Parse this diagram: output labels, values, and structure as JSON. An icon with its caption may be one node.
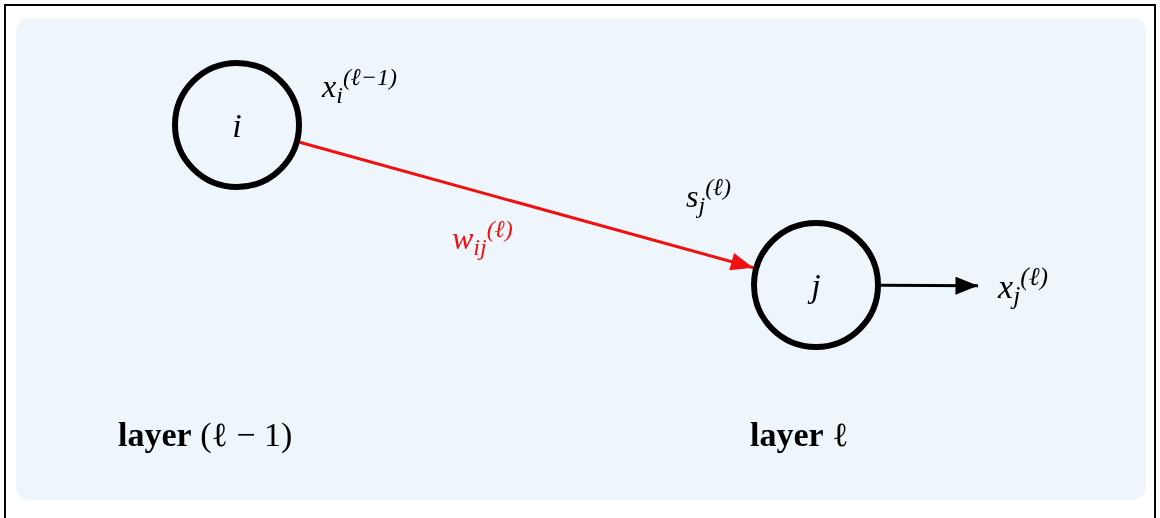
{
  "diagram": {
    "nodes": [
      {
        "text": [
          "i"
        ],
        "beside": [
          "x$_{i}$$^{(ℓ−1)}$"
        ]
      },
      {
        "text": [
          "j"
        ],
        "beside": [
          "s$_{j}$$^{(ℓ)}$"
        ]
      },
      {
        "text": [
          "x$_{j}$$^{(ℓ)}$"
        ]
      }
    ],
    "edges": [
      {
        "from": 0,
        "to": 1,
        "arrow": "to",
        "label": "w$_{ij}$$^{(ℓ)}$",
        "color": "#ee1111"
      },
      {
        "from": 1,
        "to": 2,
        "arrow": "to",
        "color": "#000000"
      }
    ],
    "labels": [
      "**layer** (ℓ − 1)",
      "**layer** ℓ"
    ]
  }
}
